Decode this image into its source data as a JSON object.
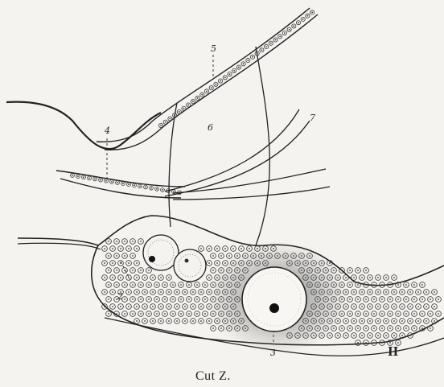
{
  "figure": {
    "caption": "Cut Z.",
    "section_label": "II",
    "labels": {
      "l1": "1",
      "l2": "2",
      "l3": "3",
      "l4": "4",
      "l5": "5",
      "l6": "6",
      "l7": "7"
    }
  },
  "colors": {
    "background": "#f4f3ef",
    "ink": "#222222"
  }
}
